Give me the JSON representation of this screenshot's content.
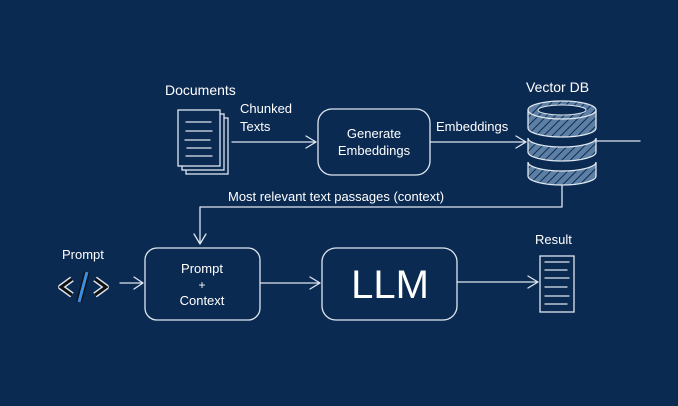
{
  "colors": {
    "background": "#0b2a52",
    "stroke": "#dfe7f0",
    "text": "#ffffff",
    "accent": "#3a8ee6"
  },
  "nodes": {
    "documents": {
      "label": "Documents",
      "icon": "document-stack-icon"
    },
    "generate": {
      "line1": "Generate",
      "line2": "Embeddings"
    },
    "vectordb": {
      "label": "Vector DB",
      "icon": "database-icon"
    },
    "prompt": {
      "label": "Prompt",
      "icon": "code-icon"
    },
    "combine": {
      "line1": "Prompt",
      "line2": "+",
      "line3": "Context"
    },
    "llm": {
      "label": "LLM"
    },
    "result": {
      "label": "Result",
      "icon": "document-icon"
    }
  },
  "edges": {
    "chunked": {
      "line1": "Chunked",
      "line2": "Texts"
    },
    "embeddings": {
      "label": "Embeddings"
    },
    "context": {
      "label": "Most relevant text passages (context)"
    }
  }
}
